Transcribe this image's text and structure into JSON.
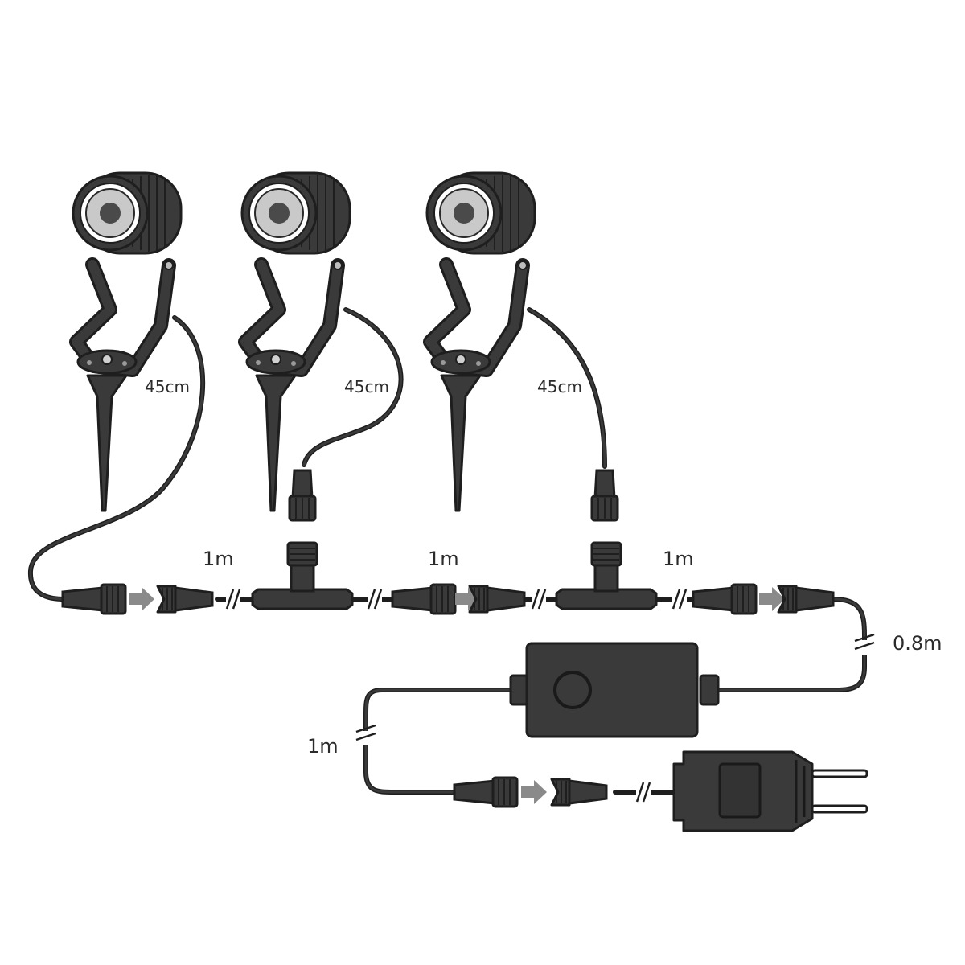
{
  "labels": {
    "lead_1": "45cm",
    "lead_2": "45cm",
    "lead_3": "45cm",
    "seg_1": "1m",
    "seg_2": "1m",
    "seg_3": "1m",
    "seg_out": "0.8m",
    "seg_in": "1m"
  },
  "colors": {
    "body": "#3a3a3a",
    "outline": "#1e1e1e",
    "cable": "#3a3a3a",
    "arrow": "#8a8a8a",
    "ring": "#ffffff",
    "lens": "#c9c9c9"
  },
  "icons": {
    "spotlight": "spotlight-icon",
    "transformer": "transformer-box-icon",
    "plug": "power-plug-icon",
    "arrow": "connect-arrow-icon"
  }
}
